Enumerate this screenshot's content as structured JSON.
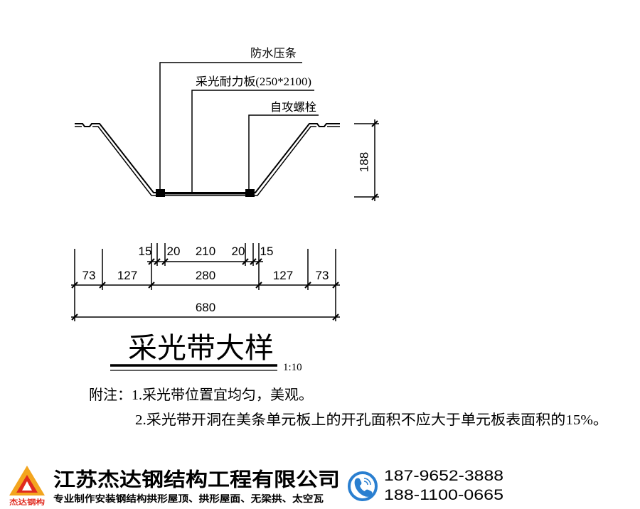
{
  "drawing": {
    "labels": {
      "waterproof_strip": "防水压条",
      "panel": "采光耐力板(250*2100)",
      "screw": "自攻螺栓"
    },
    "height_dim": "188",
    "dims_top": [
      "15",
      "20",
      "210",
      "20",
      "15"
    ],
    "dims_mid": [
      "73",
      "127",
      "280",
      "127",
      "73"
    ],
    "dims_total": "680",
    "title": "采光带大样",
    "scale": "1:10",
    "notes": [
      "附注：1.采光带位置宜均匀，美观。",
      "2.采光带开洞在美条单元板上的开孔面积不应大于单元板表面积的15%。"
    ]
  },
  "footer": {
    "logo_text": "杰达钢构",
    "company": "江苏杰达钢结构工程有限公司",
    "tagline": "专业制作安装钢结构拱形屋顶、拱形屋面、无梁拱、太空瓦",
    "phones": [
      "187-9652-3888",
      "188-1100-0665"
    ],
    "phone_icon": "phone-icon",
    "logo_icon": "company-logo-icon"
  },
  "colors": {
    "line": "#000000",
    "logo_orange": "#f3a51f",
    "logo_red": "#e02a1f",
    "phone_blue": "#2a7fd0"
  }
}
